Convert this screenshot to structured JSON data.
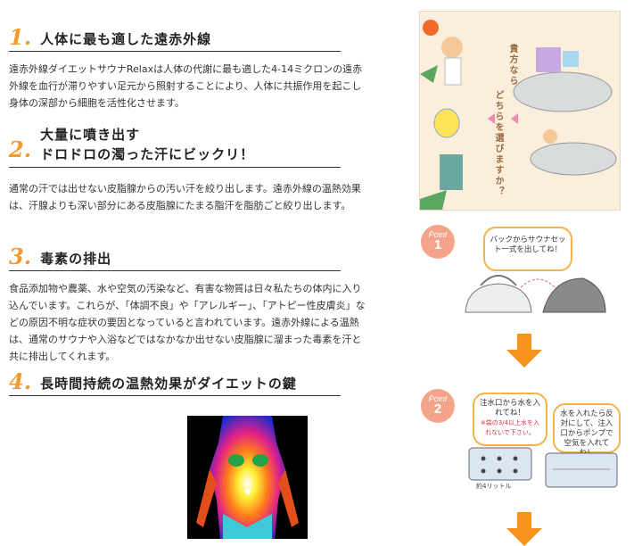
{
  "sections": [
    {
      "num": "1.",
      "title": "人体に最も適した遠赤外線",
      "body": "遠赤外線ダイエットサウナRelaxは人体の代謝に最も適した4-14ミクロンの遠赤外線を血行が滞りやすい足元から照射することにより、人体に共振作用を起こし身体の深部から細胞を活性化させます。"
    },
    {
      "num": "2.",
      "title_line1": "大量に噴き出す",
      "title_line2": "ドロドロの濁った汗にビックリ！",
      "body": "通常の汗では出せない皮脂腺からの汚い汗を絞り出します。遠赤外線の温熱効果は、汗腺よりも深い部分にある皮脂腺にたまる脂汗を脂肪ごと絞り出します。"
    },
    {
      "num": "3.",
      "title": "毒素の排出",
      "body": "食品添加物や農薬、水や空気の汚染など、有害な物質は日々私たちの体内に入り込んでいます。これらが、「体調不良」や「アレルギー」、「アトピー性皮膚炎」などの原因不明な症状の要因となっていると言われています。遠赤外線による温熱は、通常のサウナや入浴などではなかなか出せない皮脂腺に溜まった毒素を汗と共に排出してくれます。"
    },
    {
      "num": "4.",
      "title": "長時間持続の温熱効果がダイエットの鍵"
    }
  ],
  "illustration": {
    "vertical_text_1": "貴方なら",
    "vertical_text_2": "どちらを選びますか？"
  },
  "points": [
    {
      "label": "Point",
      "number": "1",
      "bubble": "バックからサウナセット一式を出してね！"
    },
    {
      "label": "Point",
      "number": "2",
      "bubble_a": "注水口から水を入れてね！",
      "bubble_a_note": "※袋の3/4以上水を入れないで下さい。",
      "bubble_b": "水を入れたら反対にして、注入口からポンプで空気を入れてね！",
      "pad_caption": "約4リットル"
    }
  ],
  "colors": {
    "accent": "#f39a2a",
    "arrow": "#f7931e",
    "point_badge": "#f4a48a",
    "bubble_border": "#f0b44a"
  }
}
